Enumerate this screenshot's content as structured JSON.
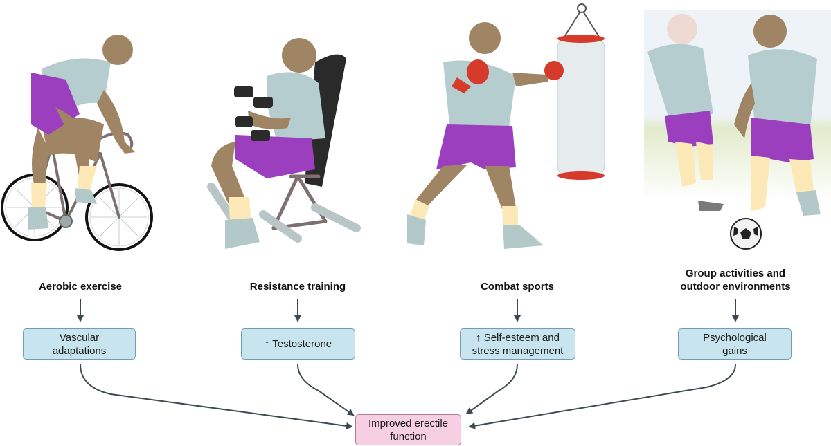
{
  "columns": [
    {
      "heading": [
        "Aerobic exercise"
      ],
      "effect": [
        "Vascular",
        "adaptations"
      ]
    },
    {
      "heading": [
        "Resistance training"
      ],
      "effect": [
        "↑ Testosterone"
      ]
    },
    {
      "heading": [
        "Combat sports"
      ],
      "effect": [
        "↑ Self-esteem and",
        "stress management"
      ]
    },
    {
      "heading": [
        "Group activities and",
        "outdoor environments"
      ],
      "effect": [
        "Psychological",
        "gains"
      ]
    }
  ],
  "outcome": [
    "Improved erectile",
    "function"
  ],
  "illustrations": [
    "cyclist",
    "dumbbell-lifter",
    "boxer-with-punching-bag",
    "soccer-players"
  ],
  "colors": {
    "box_fill": "#c7e4ef",
    "outcome_fill": "#f6cfe2",
    "shorts": "#9b3fbf",
    "shirt": "#b6cdcf",
    "skin": "#a08565",
    "glove": "#d63a2a"
  }
}
